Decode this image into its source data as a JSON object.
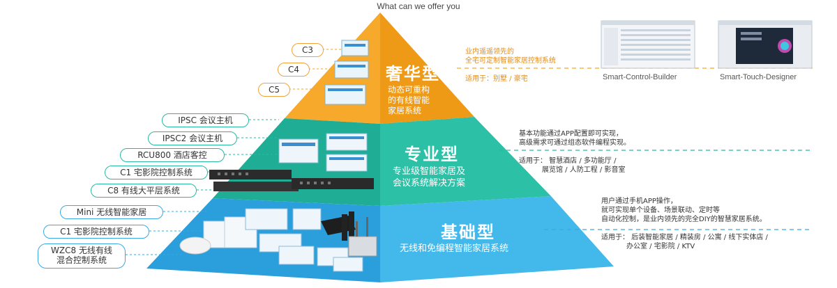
{
  "header": {
    "title": "What can we offer you"
  },
  "pyramid": {
    "luxury": {
      "title": "奢华型",
      "desc": [
        "动态可重构",
        "的有线智能",
        "家居系统"
      ]
    },
    "professional": {
      "title": "专业型",
      "desc": [
        "专业级智能家居及",
        "会议系统解决方案"
      ]
    },
    "basic": {
      "title": "基础型",
      "desc": [
        "无线和免编程智能家居系统"
      ]
    }
  },
  "products": {
    "luxury": [
      "C3",
      "C4",
      "C5"
    ],
    "professional": [
      "IPSC 会议主机",
      "IPSC2 会议主机",
      "RCU800 酒店客控",
      "C1 宅影院控制系统",
      "C8 有线大平层系统"
    ],
    "basic": [
      "Mini 无线智能家居",
      "C1 宅影院控制系统",
      "WZC8 无线有线",
      "混合控制系统"
    ]
  },
  "info": {
    "luxury": {
      "lines": [
        "业内遥遥领先的",
        "全宅可定制智能家居控制系统"
      ],
      "applies": "适用于：别墅 / 豪宅"
    },
    "professional": {
      "lines": [
        "基本功能通过APP配置即可实现，",
        "高级需求可通过组态软件编程实现。"
      ],
      "applies": [
        "适用于： 智慧酒店 / 多功能厅 /",
        "展览馆 / 人防工程 / 影音室"
      ]
    },
    "basic": {
      "lines": [
        "用户通过手机APP操作，",
        "就可实现单个设备、场景联动、定时等",
        "自动化控制，是业内领先的完全DIY的智慧家居系统。"
      ],
      "applies": [
        "适用于： 后装智能家居 / 精装房 / 公寓 / 线下实体店 /",
        "办公室 / 宅影院 / KTV"
      ]
    }
  },
  "software": {
    "builder": "Smart-Control-Builder",
    "designer": "Smart-Touch-Designer"
  },
  "colors": {
    "orange": "#f5a623",
    "teal": "#2bbfa4",
    "blue": "#3fb3e8",
    "dash": "#f5a623"
  }
}
